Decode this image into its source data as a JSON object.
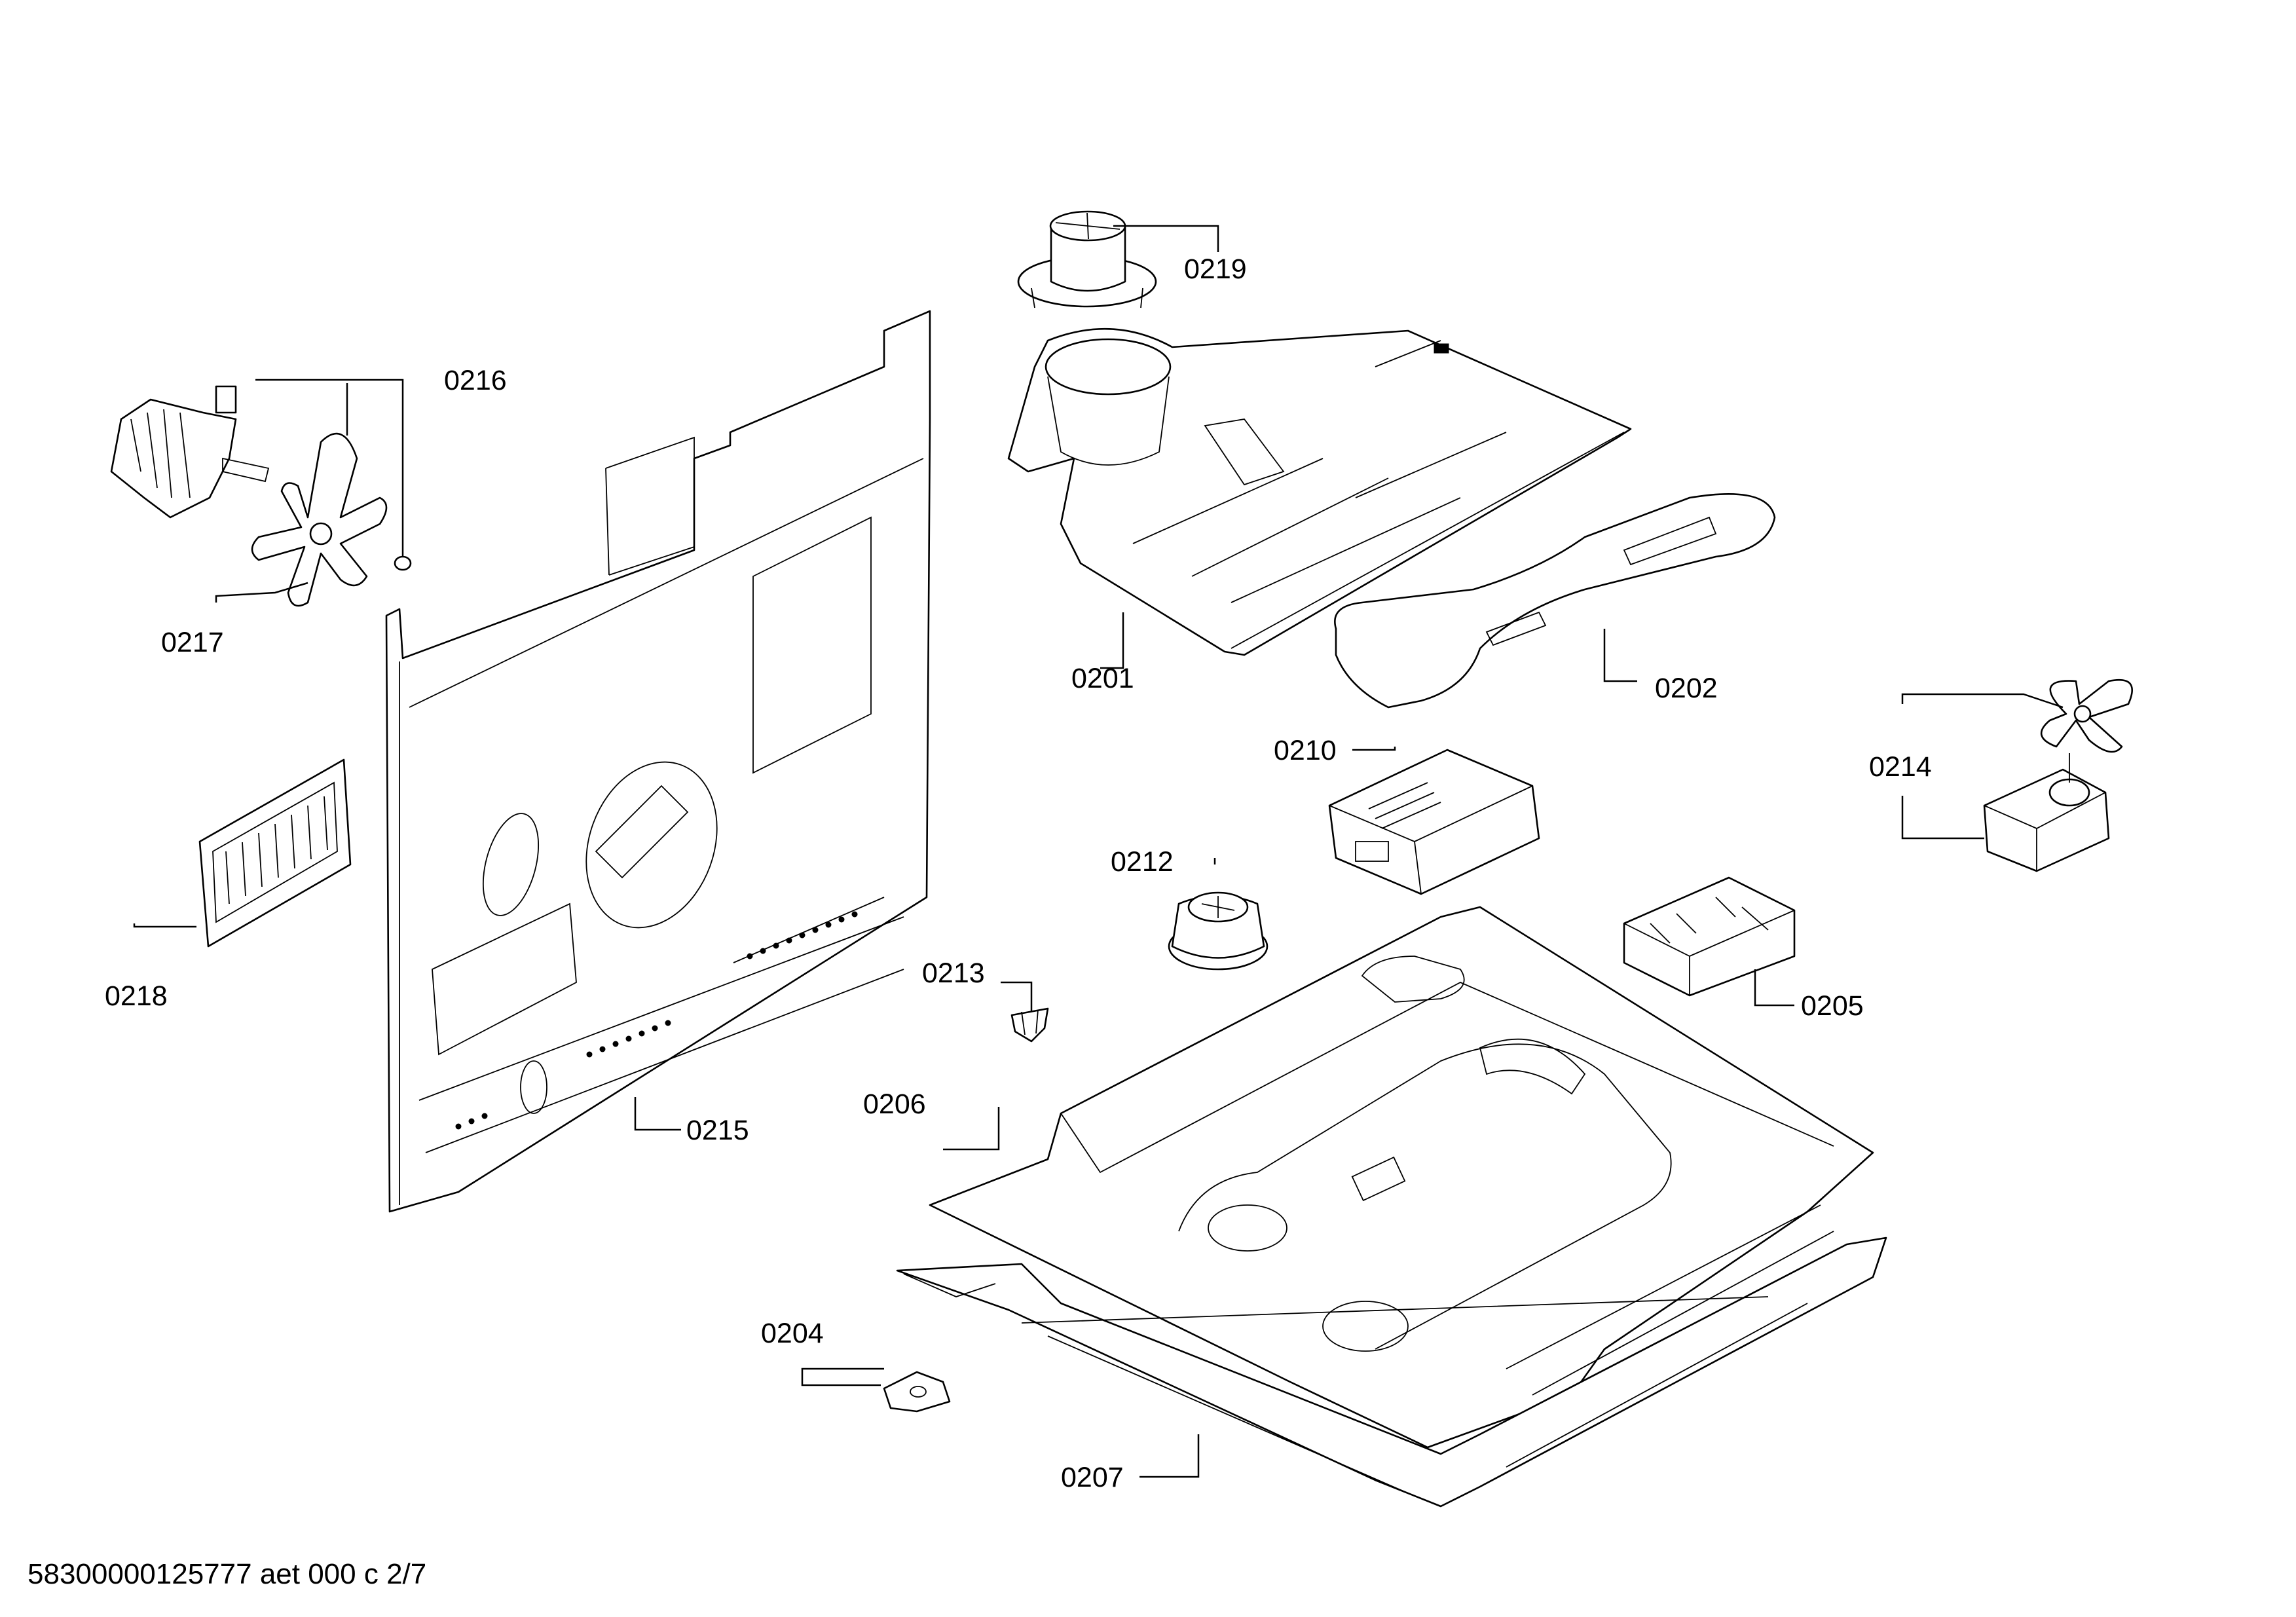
{
  "labels": {
    "p0201": "0201",
    "p0202": "0202",
    "p0204": "0204",
    "p0205": "0205",
    "p0206": "0206",
    "p0207": "0207",
    "p0210": "0210",
    "p0212": "0212",
    "p0213": "0213",
    "p0214": "0214",
    "p0215": "0215",
    "p0216": "0216",
    "p0217": "0217",
    "p0218": "0218",
    "p0219": "0219"
  },
  "footer": "58300000125777 aet 000 c 2/7"
}
